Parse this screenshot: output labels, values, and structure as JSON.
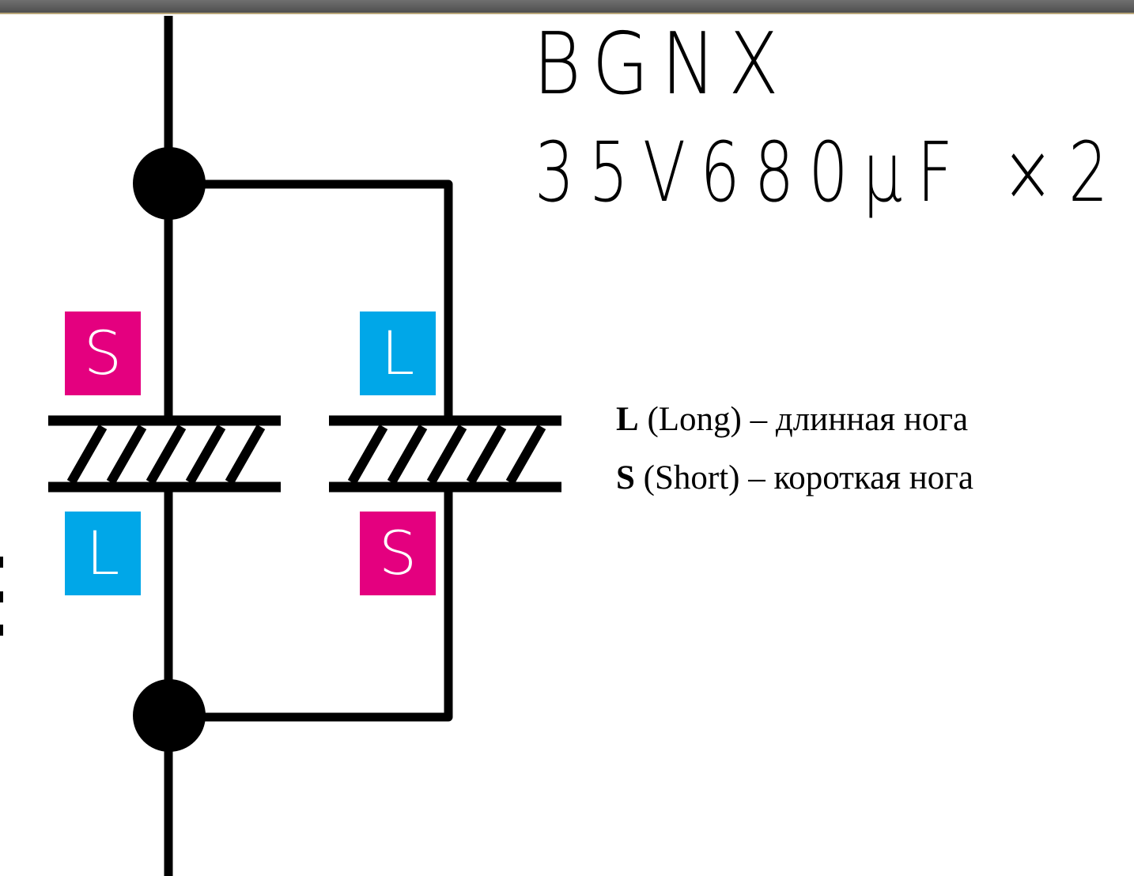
{
  "diagram": {
    "title_line1": "BGNX",
    "title_line2": "35V680μF ×2",
    "badges": {
      "left_top": "S",
      "left_bottom": "L",
      "right_top": "L",
      "right_bottom": "S"
    },
    "legend": {
      "long_key": "L",
      "long_text": " (Long) – длинная нога",
      "short_key": "S",
      "short_text": " (Short) – короткая нога"
    }
  },
  "colors": {
    "short_badge": "#e4007f",
    "long_badge": "#00a7e8",
    "wire": "#000000"
  }
}
